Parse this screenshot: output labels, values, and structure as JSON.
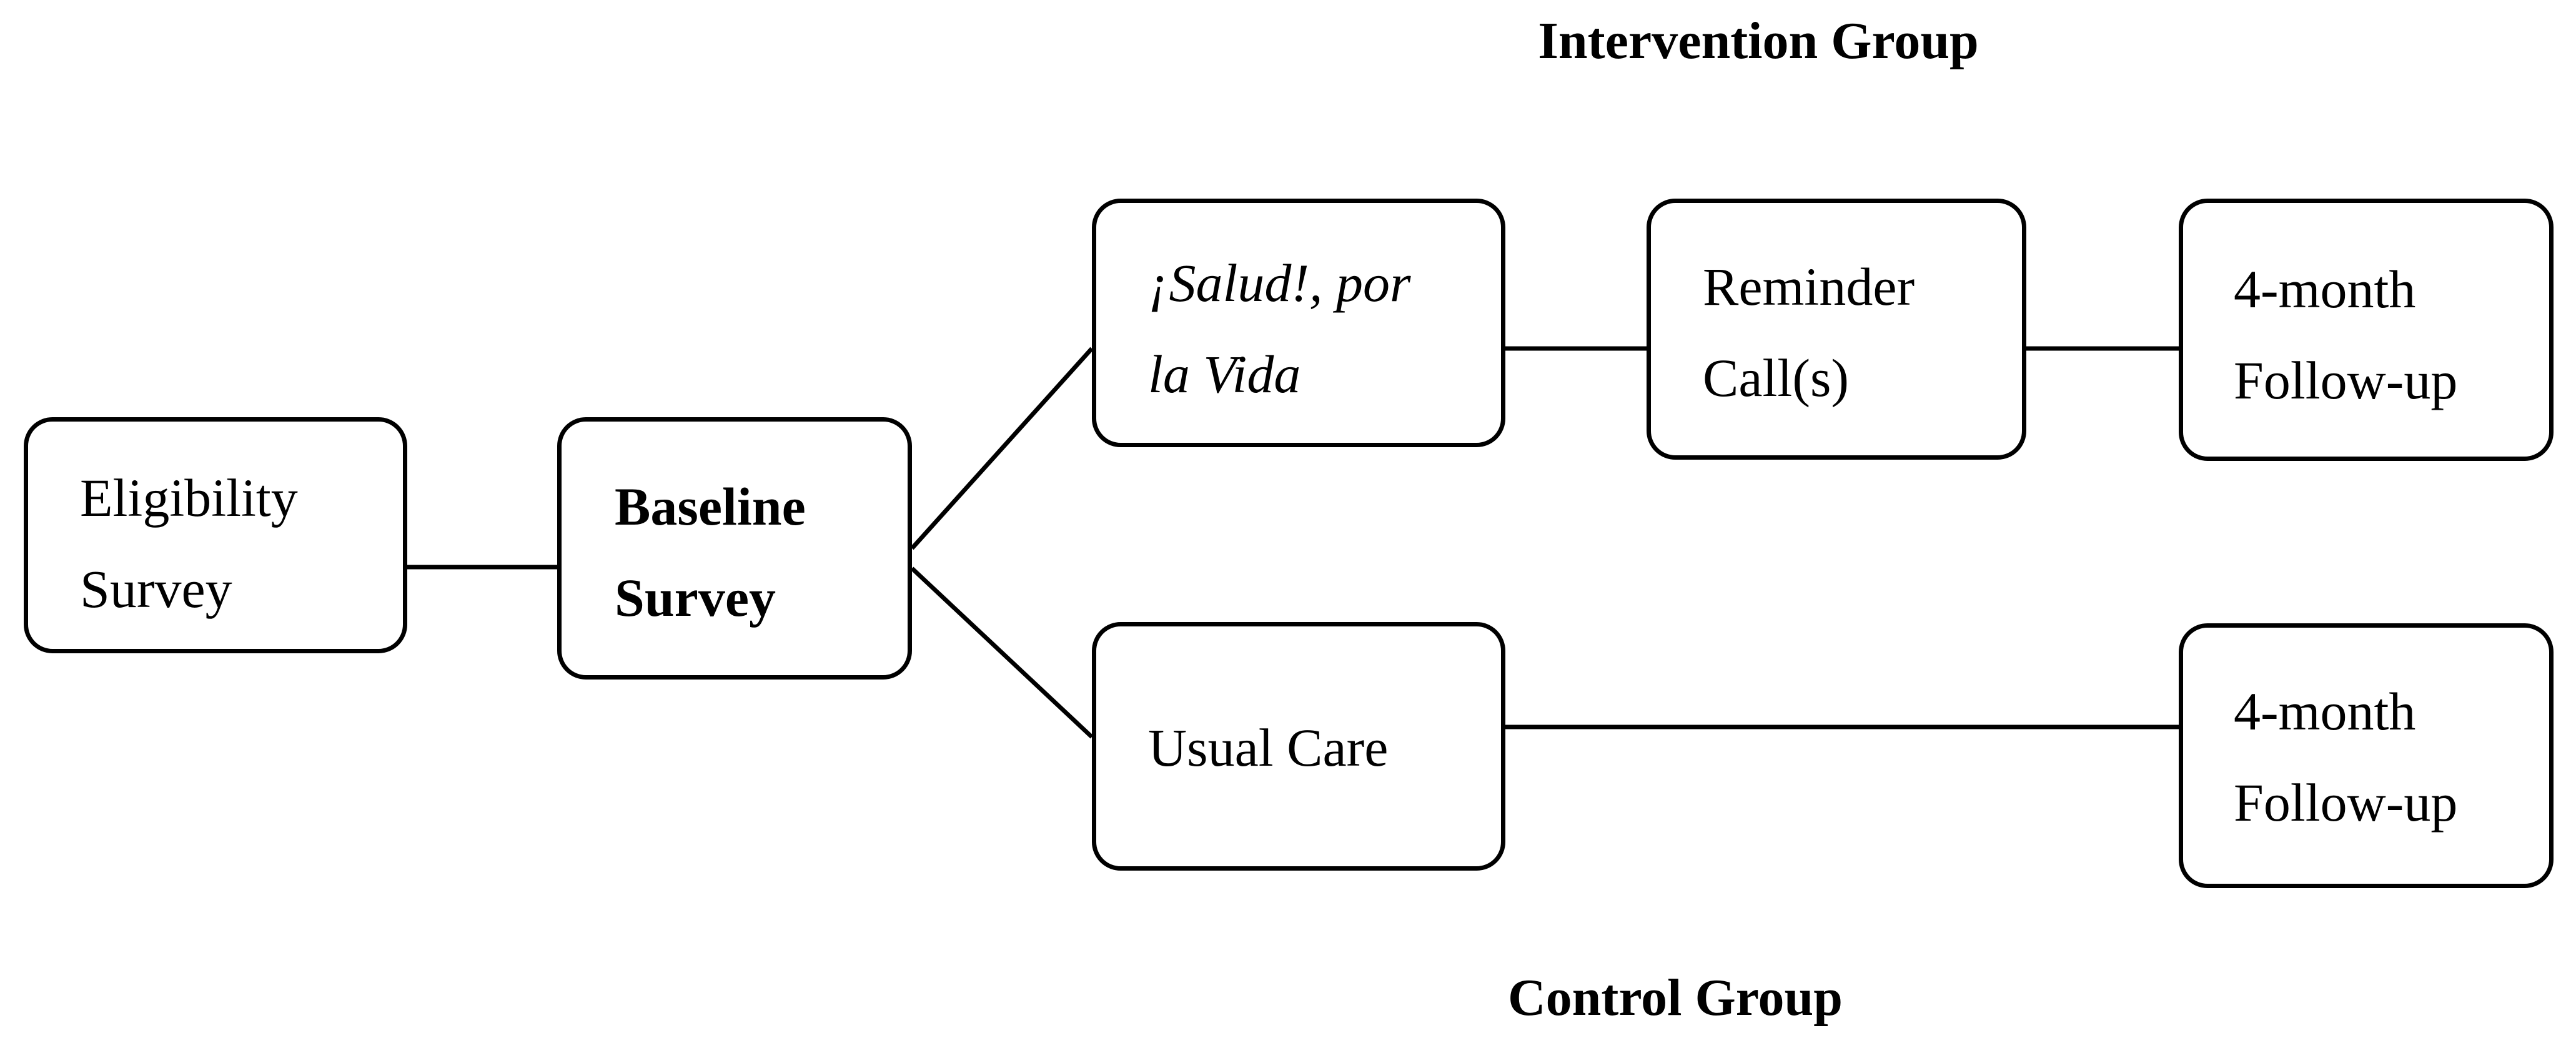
{
  "groups": {
    "intervention_label": "Intervention Group",
    "control_label": "Control Group"
  },
  "nodes": {
    "eligibility": {
      "line1": "Eligibility",
      "line2": "Survey"
    },
    "baseline": {
      "line1": "Baseline",
      "line2": "Survey"
    },
    "salud": {
      "line1": "¡Salud!, por",
      "line2": "la Vida"
    },
    "reminder": {
      "line1": "Reminder",
      "line2": "Call(s)"
    },
    "followup_intervention": {
      "line1": "4-month",
      "line2": "Follow-up"
    },
    "usual_care": {
      "line1": "Usual Care"
    },
    "followup_control": {
      "line1": "4-month",
      "line2": "Follow-up"
    }
  },
  "colors": {
    "stroke": "#000000",
    "background": "#ffffff"
  }
}
